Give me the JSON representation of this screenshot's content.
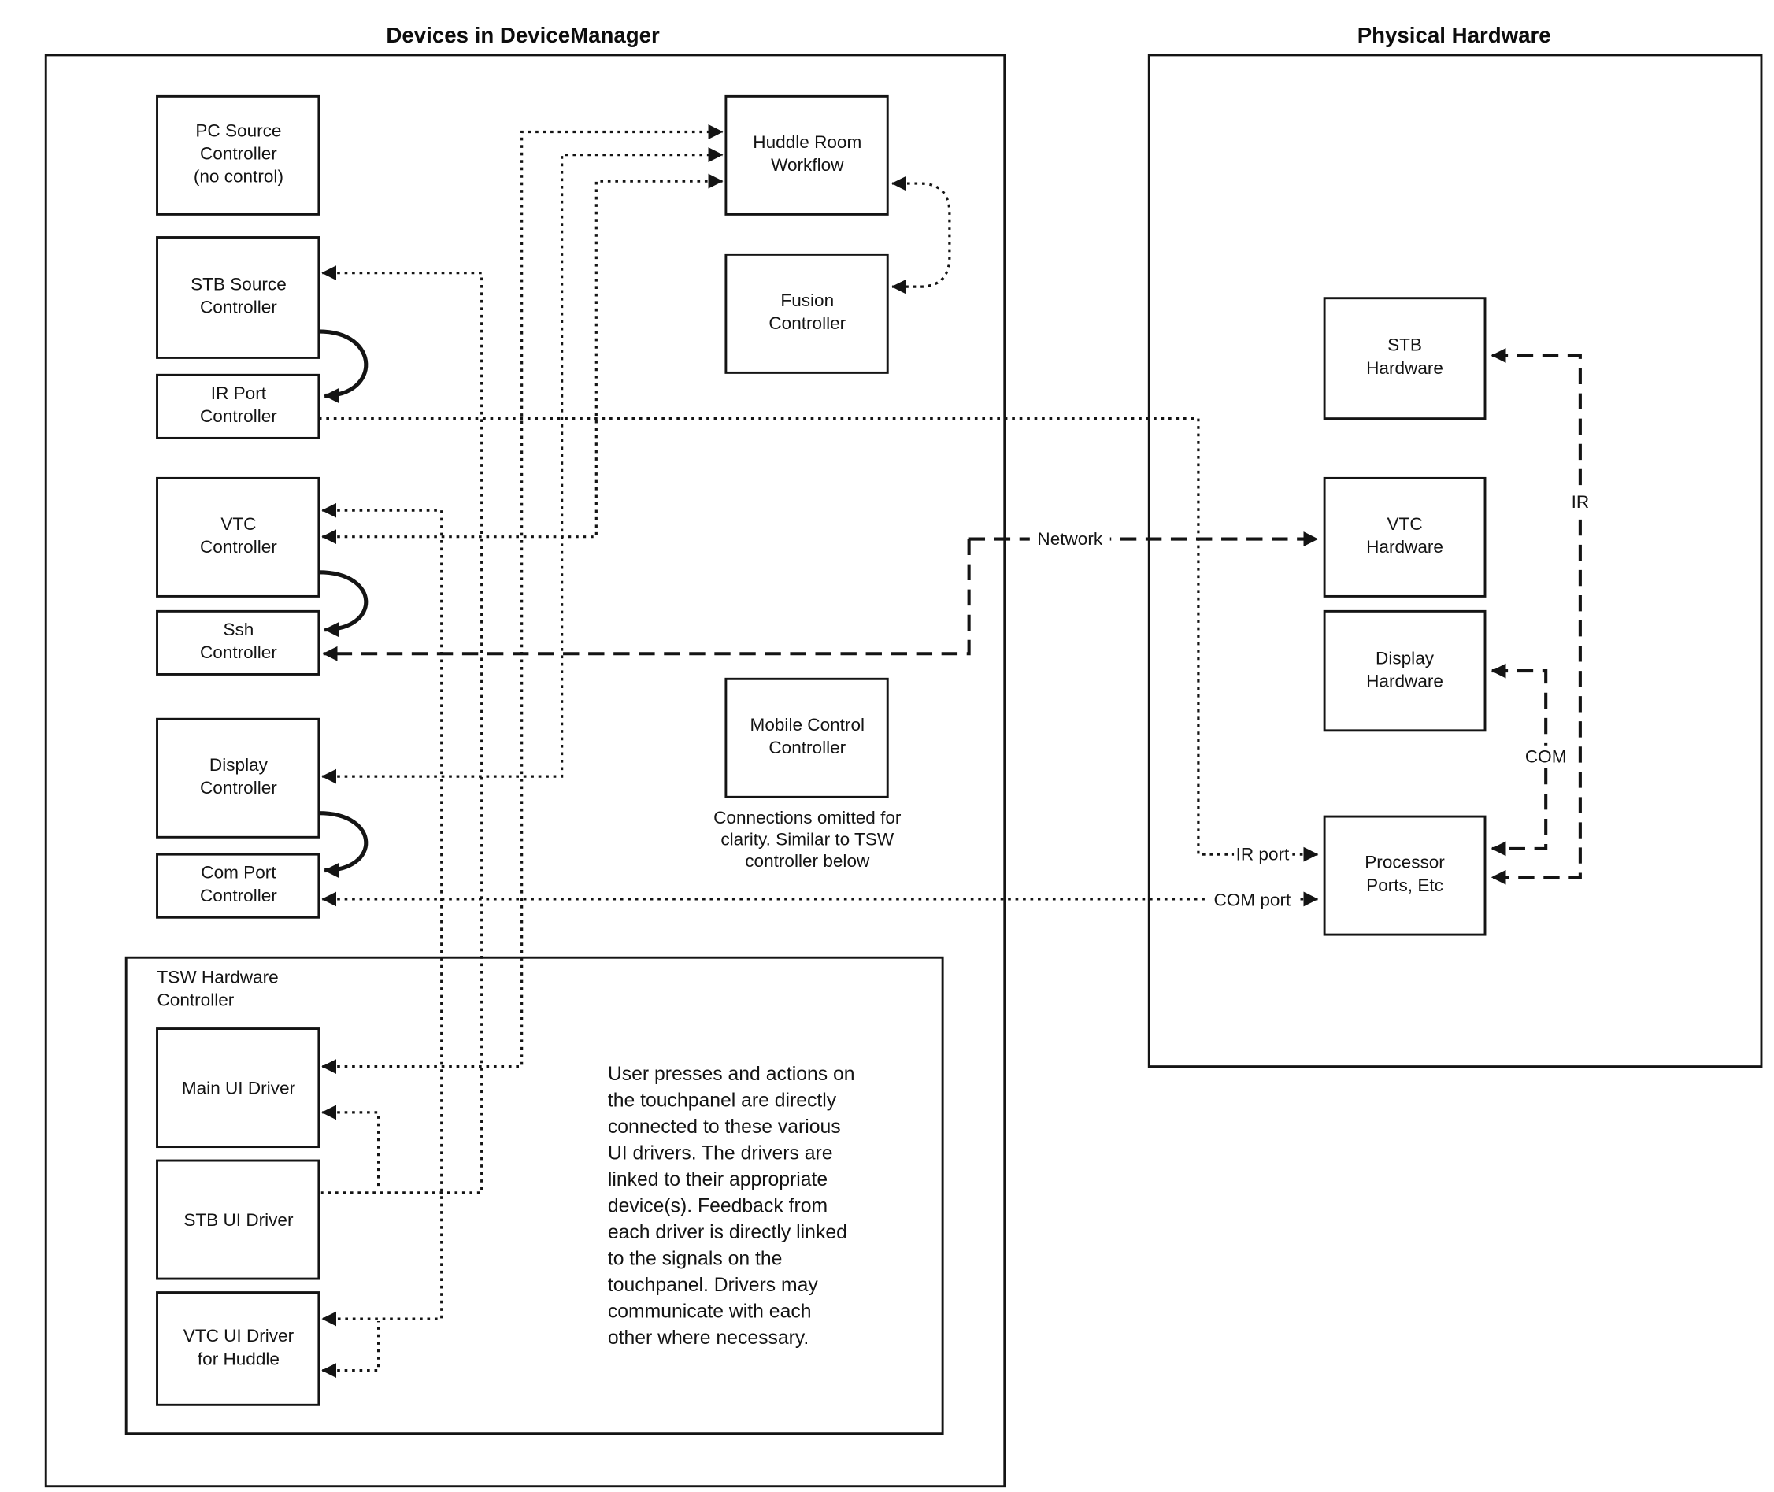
{
  "titles": {
    "left": "Devices in DeviceManager",
    "right": "Physical Hardware"
  },
  "boxes": {
    "pc_source": [
      "PC Source",
      "Controller",
      "(no control)"
    ],
    "stb_source": [
      "STB Source",
      "Controller"
    ],
    "ir_port": [
      "IR Port",
      "Controller"
    ],
    "vtc": [
      "VTC",
      "Controller"
    ],
    "ssh": [
      "Ssh",
      "Controller"
    ],
    "display": [
      "Display",
      "Controller"
    ],
    "com_port": [
      "Com Port",
      "Controller"
    ],
    "tsw": [
      "TSW Hardware",
      "Controller"
    ],
    "main_ui": [
      "Main UI Driver"
    ],
    "stb_ui": [
      "STB UI Driver"
    ],
    "vtc_ui": [
      "VTC UI Driver",
      "for Huddle"
    ],
    "huddle": [
      "Huddle Room",
      "Workflow"
    ],
    "fusion": [
      "Fusion",
      "Controller"
    ],
    "mobile": [
      "Mobile Control",
      "Controller"
    ],
    "stb_hw": [
      "STB",
      "Hardware"
    ],
    "vtc_hw": [
      "VTC",
      "Hardware"
    ],
    "display_hw": [
      "Display",
      "Hardware"
    ],
    "processor": [
      "Processor",
      "Ports, Etc"
    ]
  },
  "labels": {
    "network": "Network",
    "ir": "IR",
    "com": "COM",
    "ir_port": "IR port",
    "com_port": "COM port"
  },
  "notes": {
    "omitted": [
      "Connections omitted for",
      "clarity. Similar to TSW",
      "controller below"
    ],
    "tsw_paragraph": [
      "User presses and actions on",
      "the touchpanel are directly",
      "connected to these various",
      "UI drivers.  The drivers are",
      "linked to their appropriate",
      "device(s). Feedback from",
      "each driver is directly linked",
      "to the signals on the",
      "touchpanel. Drivers may",
      "communicate with each",
      "other where necessary."
    ]
  }
}
